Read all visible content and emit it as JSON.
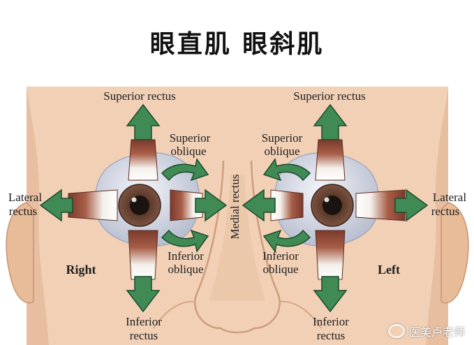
{
  "title": "眼直肌  眼斜肌",
  "labels": {
    "superior_rectus": "Superior rectus",
    "inferior_rectus_1": "Inferior",
    "inferior_rectus_2": "rectus",
    "superior_oblique_1": "Superior",
    "superior_oblique_2": "oblique",
    "inferior_oblique_1": "Inferior",
    "inferior_oblique_2": "oblique",
    "lateral_rectus_1": "Lateral",
    "lateral_rectus_2": "rectus",
    "medial_rectus": "Medial rectus",
    "right": "Right",
    "left": "Left"
  },
  "watermark": "医美卢老师",
  "colors": {
    "skin": "#f1d0b6",
    "skin_shadow": "#e2b796",
    "arrow_fill": "#3f8a55",
    "arrow_stroke": "#1f4a2c",
    "muscle": "#9a4f3c",
    "tendon": "#f4f2ef",
    "sclera": "#d9dce6",
    "iris": "#6a4434",
    "pupil": "#1a1310"
  }
}
